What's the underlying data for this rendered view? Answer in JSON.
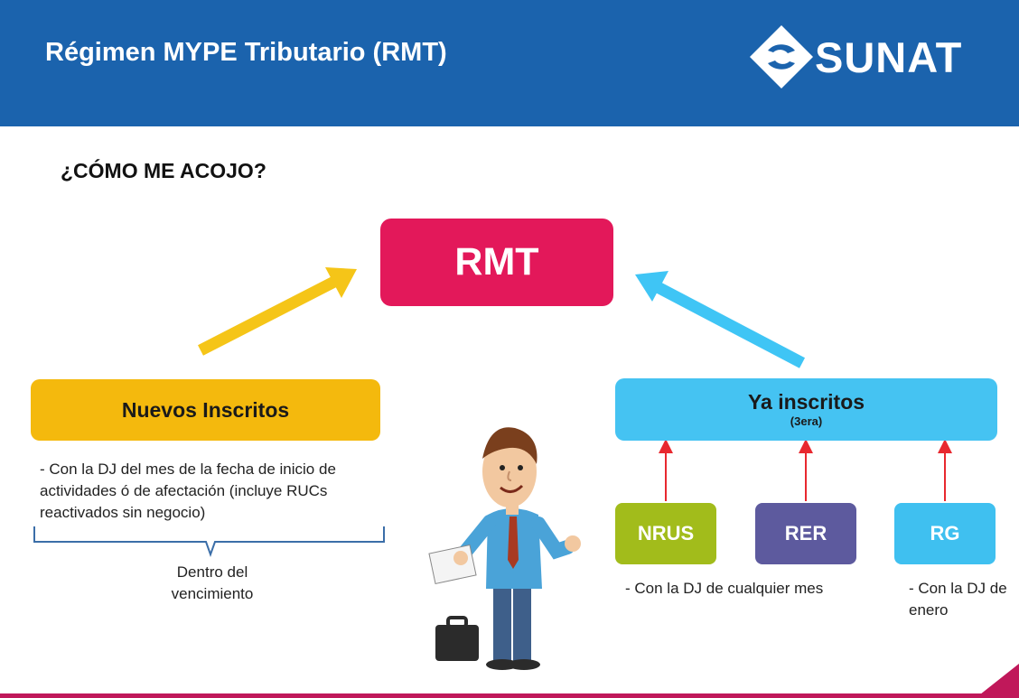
{
  "header": {
    "title": "Régimen MYPE Tributario (RMT)",
    "logo_text": "SUNAT",
    "background_color": "#1b63ad"
  },
  "subtitle": "¿CÓMO ME ACOJO?",
  "diagram": {
    "central": {
      "label": "RMT",
      "color": "#e3185a"
    },
    "left_branch": {
      "label": "Nuevos Inscritos",
      "color": "#f4b90d",
      "note": "- Con la DJ del mes de la fecha de inicio de actividades ó de afectación (incluye RUCs reactivados sin negocio)",
      "brace_label": "Dentro del vencimiento"
    },
    "right_branch": {
      "label": "Ya inscritos",
      "sublabel": "(3era)",
      "color": "#45c3f2",
      "sources": [
        {
          "label": "NRUS",
          "color": "#a2bc1b"
        },
        {
          "label": "RER",
          "color": "#5d5a9e"
        },
        {
          "label": "RG",
          "color": "#3fc0f0"
        }
      ],
      "note_nrus_rer": "- Con la DJ de cualquier mes",
      "note_rg": "- Con la DJ de enero"
    },
    "arrows": {
      "left_color": "#f5c518",
      "right_color": "#3fc5f5",
      "small_color": "#e8282f"
    }
  },
  "illustration": {
    "icon": "businessman-with-paper-and-briefcase-icon"
  }
}
